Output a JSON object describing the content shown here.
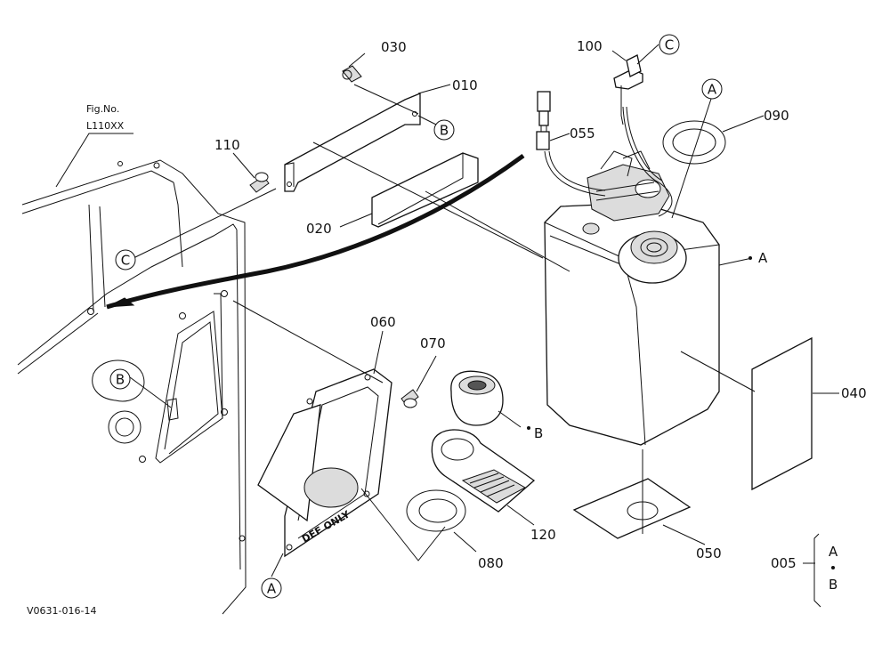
{
  "figure": {
    "fig_no_label": "Fig.No.",
    "fig_no_value": "L110XX",
    "drawing_code": "V0631-016-14"
  },
  "part_numbers": {
    "p005": "005",
    "p010": "010",
    "p020": "020",
    "p030": "030",
    "p040": "040",
    "p050": "050",
    "p055": "055",
    "p060": "060",
    "p070": "070",
    "p080": "080",
    "p090": "090",
    "p100": "100",
    "p110": "110",
    "p120": "120"
  },
  "reference_letters": {
    "a": "A",
    "b": "B",
    "c": "C"
  },
  "cap_text": "DEF ONLY"
}
